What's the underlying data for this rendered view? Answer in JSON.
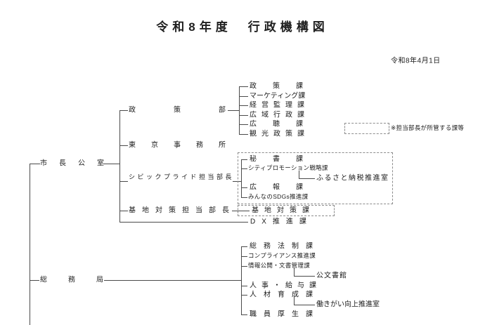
{
  "title": "令和8年度　行政機構図",
  "date_label": "令和8年4月1日",
  "legend": {
    "note": "※担当部長が所管する課等"
  },
  "colors": {
    "ink": "#1c1c1c",
    "line": "#4a4a4a",
    "dashed_border": "#8c8c8c"
  },
  "org": {
    "mayor_office": {
      "label": "市長公室",
      "policy_dept": {
        "label": "政策部",
        "divisions": [
          "政策課",
          "マーケティング課",
          "経営監理課",
          "広域行政課",
          "広聴課",
          "観光政策課"
        ]
      },
      "tokyo_office": {
        "label": "東京事務所"
      },
      "civic_pride_director": {
        "label": "シビックプライド担当部長",
        "divisions": [
          "秘書課",
          "シティプロモーション戦略課",
          "広報課",
          "みんなのSDGs推進課"
        ],
        "sub_offices": [
          "ふるさと納税推進室"
        ]
      },
      "base_countermeasures_director": {
        "label": "基地対策担当部長",
        "divisions": [
          "基地対策課"
        ]
      },
      "dx_promotion_division": {
        "label": "DX推進課"
      }
    },
    "general_affairs_bureau": {
      "label": "総務局",
      "divisions": [
        "総務法制課",
        "コンプライアンス推進課",
        "情報公開・文書管理課",
        "人事・給与課",
        "人材育成課",
        "職員厚生課"
      ],
      "sub_offices": [
        "公文書館",
        "働きがい向上推進室"
      ]
    }
  }
}
